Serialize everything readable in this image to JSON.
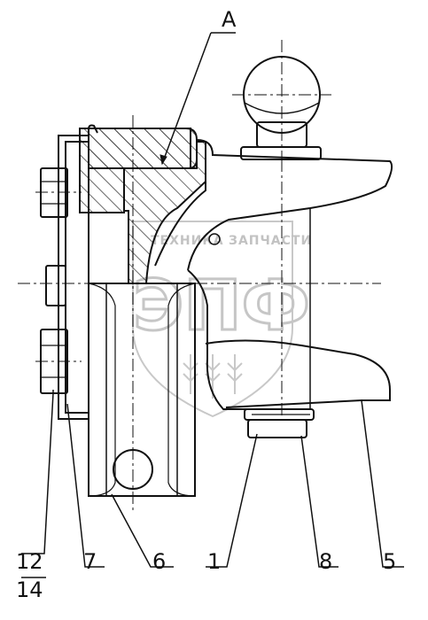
{
  "view_label": "A",
  "callouts": {
    "c12": "12",
    "c14": "14",
    "c7": "7",
    "c6": "6",
    "c1": "1",
    "c8": "8",
    "c5": "5"
  },
  "watermark": {
    "top_left": "ТЕХНИКА",
    "top_right": "ЗАПЧАСТИ",
    "letters": "ЭПФ"
  }
}
